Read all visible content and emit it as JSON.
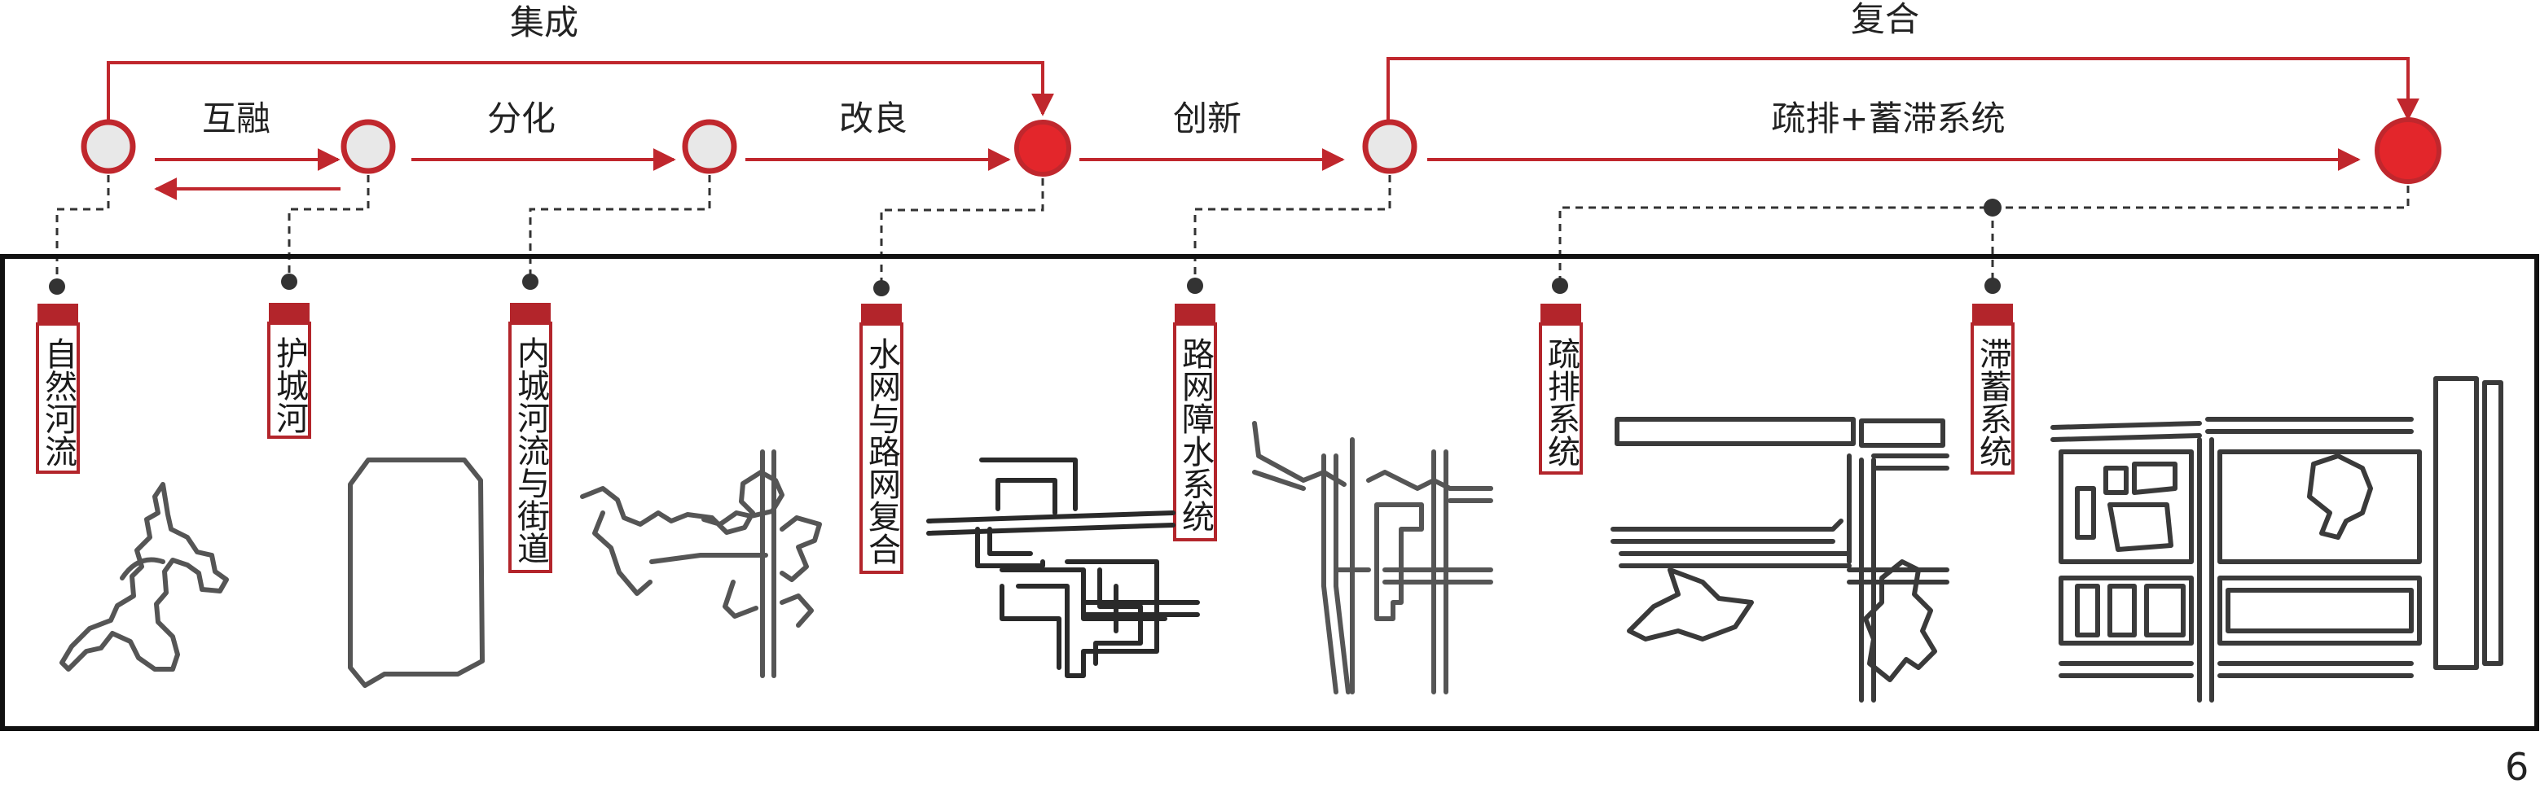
{
  "colors": {
    "accent": "#c0272d",
    "node_fill": "#e8e8e8",
    "node_active": "#e3262b",
    "ink": "#333333"
  },
  "top": {
    "group_integration": "集成",
    "group_composite": "复合",
    "stages": [
      "互融",
      "分化",
      "改良",
      "创新",
      "疏排+蓄滞系统"
    ]
  },
  "phases": [
    {
      "label": "自然河流"
    },
    {
      "label": "护城河"
    },
    {
      "label": "内城河流与街道"
    },
    {
      "label": "水网与路网复合"
    },
    {
      "label": "路网障水系统"
    },
    {
      "label": "疏排系统"
    },
    {
      "label": "滞蓄系统"
    }
  ],
  "page_number": "6"
}
